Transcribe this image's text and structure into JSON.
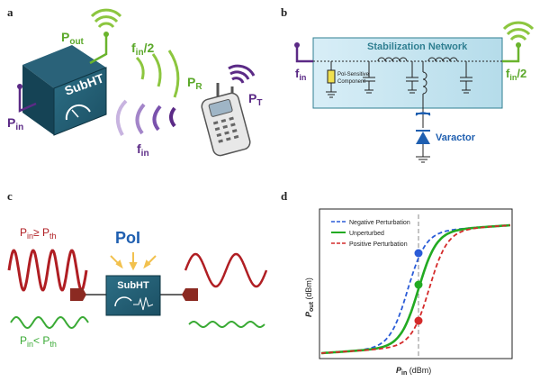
{
  "panels": {
    "a": {
      "letter": "a",
      "device_label": "SubHT",
      "p_out": "P",
      "p_out_sub": "out",
      "p_in": "P",
      "p_in_sub": "in",
      "f_half": "f",
      "f_half_sub": "in",
      "f_half_suffix": "/2",
      "f_in": "f",
      "f_in_sub": "in",
      "p_r": "P",
      "p_r_sub": "R",
      "p_t": "P",
      "p_t_sub": "T"
    },
    "b": {
      "letter": "b",
      "network_title": "Stabilization Network",
      "component_line1": "Pol-Sensitive",
      "component_line2": "Component",
      "f_in": "f",
      "f_in_sub": "in",
      "f_half": "f",
      "f_half_sub": "in",
      "f_half_suffix": "/2",
      "varactor": "Varactor"
    },
    "c": {
      "letter": "c",
      "pin_ge": "P",
      "pin_ge_sub1": "in",
      "pin_ge_op": "≥ P",
      "pin_ge_sub2": "th",
      "pol": "PoI",
      "device_label": "SubHT",
      "pin_lt": "P",
      "pin_lt_sub1": "in",
      "pin_lt_op": "< P",
      "pin_lt_sub2": "th"
    },
    "d": {
      "letter": "d",
      "legend": [
        {
          "label": "Negative Perturbation",
          "color": "#2a5bd7",
          "style": "dashed"
        },
        {
          "label": "Unperturbed",
          "color": "#22aa22",
          "style": "solid"
        },
        {
          "label": "Positive Perturbation",
          "color": "#d42a2a",
          "style": "dashed"
        }
      ],
      "ylabel": "P",
      "ylabel_sub": "out",
      "ylabel_unit": " (dBm)",
      "xlabel": "P",
      "xlabel_sub": "in",
      "xlabel_unit": " (dBm)"
    }
  },
  "colors": {
    "purple": "#5b2a86",
    "green": "#6ab42d",
    "red": "#b01e23",
    "teal": "#2f7f91",
    "blue": "#1f5fb0"
  },
  "chart_data": {
    "type": "line",
    "series": [
      {
        "name": "Negative Perturbation",
        "style": "dashed",
        "shift": -0.2
      },
      {
        "name": "Unperturbed",
        "style": "solid",
        "shift": 0
      },
      {
        "name": "Positive Perturbation",
        "style": "dashed",
        "shift": 0.2
      }
    ],
    "xlabel": "Pin (dBm)",
    "ylabel": "Pout (dBm)",
    "grid": false,
    "legend_position": "top-left"
  }
}
